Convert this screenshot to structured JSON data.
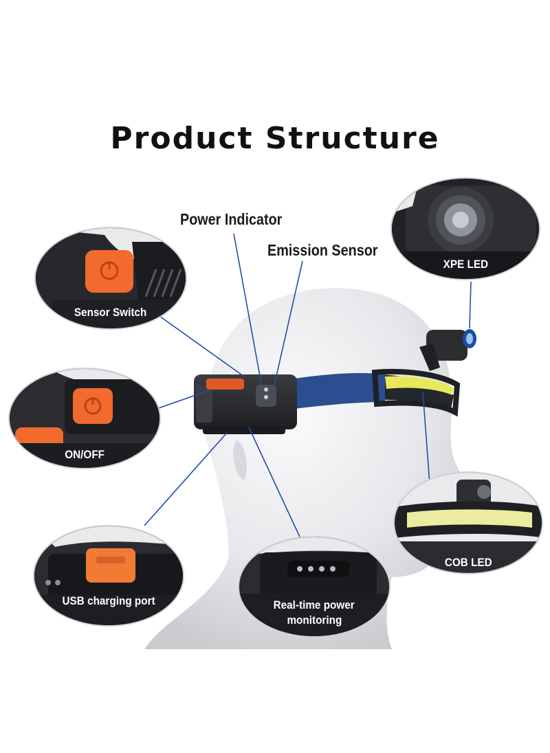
{
  "title": "Product Structure",
  "callouts": {
    "power_indicator": "Power Indicator",
    "emission_sensor": "Emission Sensor"
  },
  "bubbles": {
    "sensor_switch": "Sensor Switch",
    "on_off": "ON/OFF",
    "usb_port": "USB charging port",
    "power_monitor_line1": "Real-time power",
    "power_monitor_line2": "monitoring",
    "xpe_led": "XPE LED",
    "cob_led": "COB LED"
  },
  "colors": {
    "leader_line": "#1f4fa8",
    "button_orange": "#f26a2e",
    "cob_yellow": "#e8e85a",
    "headband_blue": "#2a4e8f"
  }
}
